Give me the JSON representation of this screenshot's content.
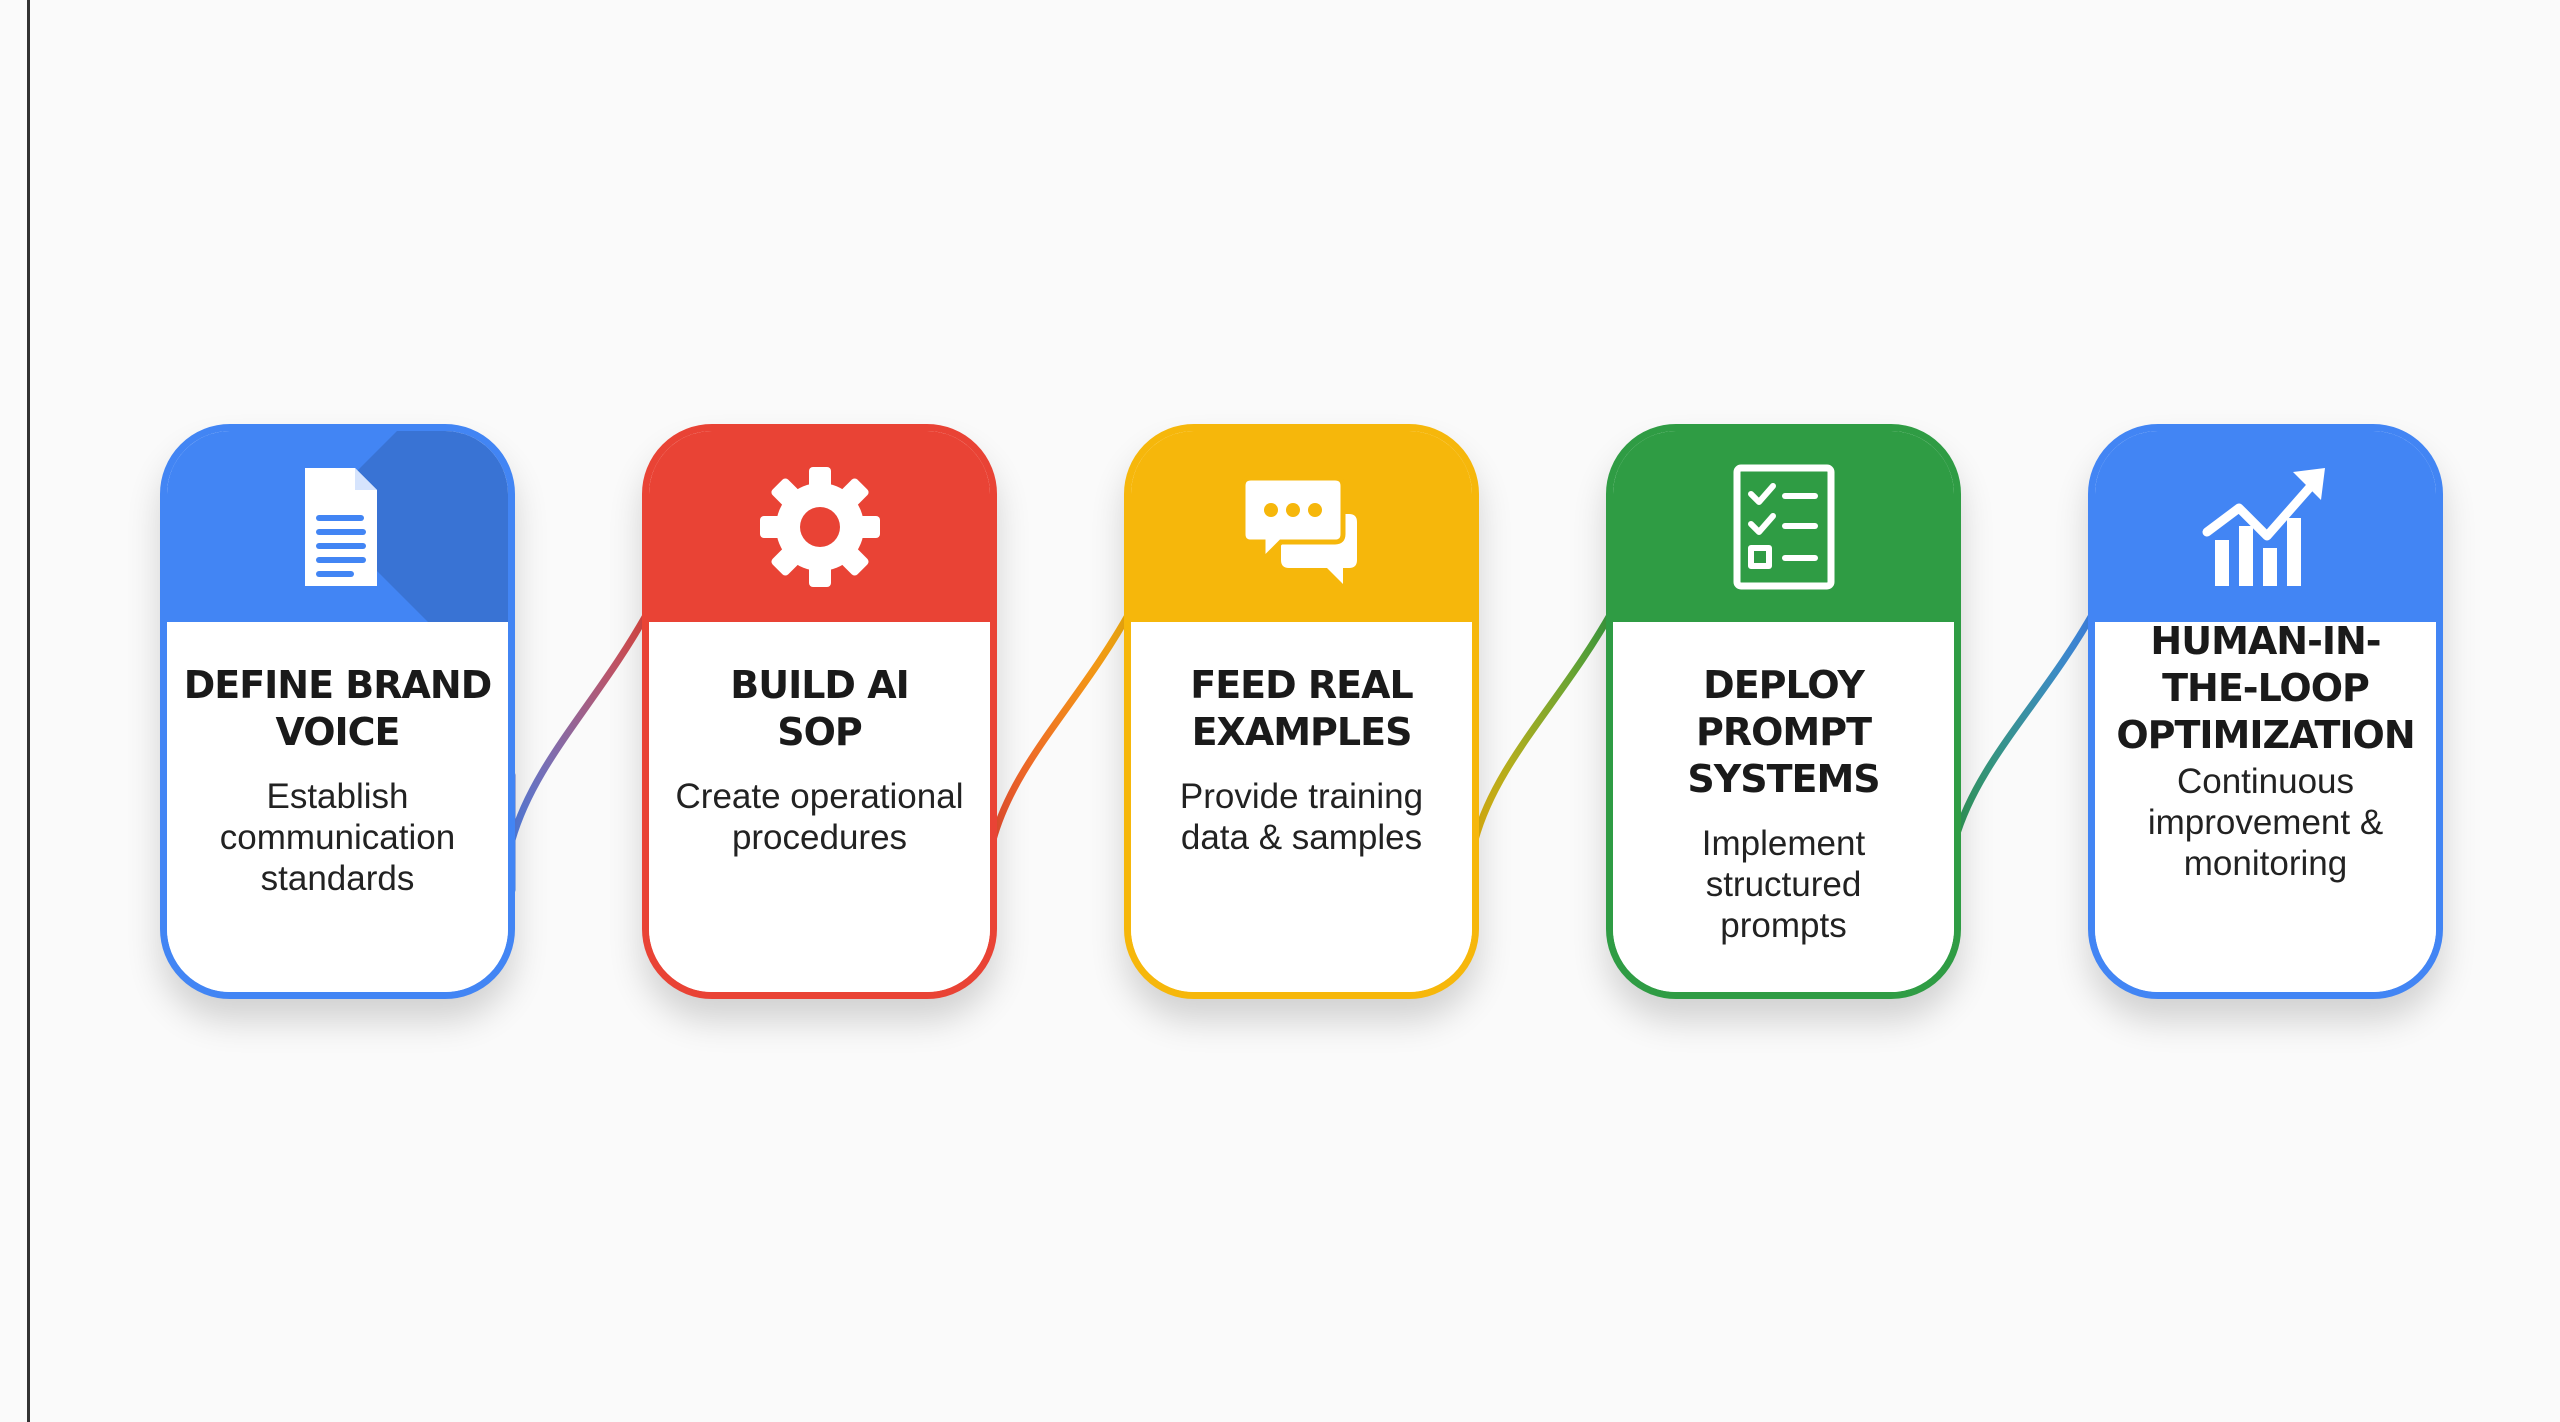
{
  "steps": [
    {
      "title": "DEFINE BRAND VOICE",
      "description": "Establish communication standards",
      "color": "#4285f4",
      "icon": "document-icon"
    },
    {
      "title": "BUILD AI SOP",
      "description": "Create operational procedures",
      "color": "#e94335",
      "icon": "gear-icon"
    },
    {
      "title": "FEED REAL EXAMPLES",
      "description": "Provide training data & samples",
      "color": "#f6b70b",
      "icon": "chat-bubbles-icon"
    },
    {
      "title": "DEPLOY PROMPT SYSTEMS",
      "description": "Implement structured prompts",
      "color": "#2f9c44",
      "icon": "checklist-icon"
    },
    {
      "title": "HUMAN-IN-THE-LOOP OPTIMIZATION",
      "description": "Continuous improvement & monitoring",
      "color": "#4285f4",
      "icon": "growth-chart-icon"
    }
  ]
}
